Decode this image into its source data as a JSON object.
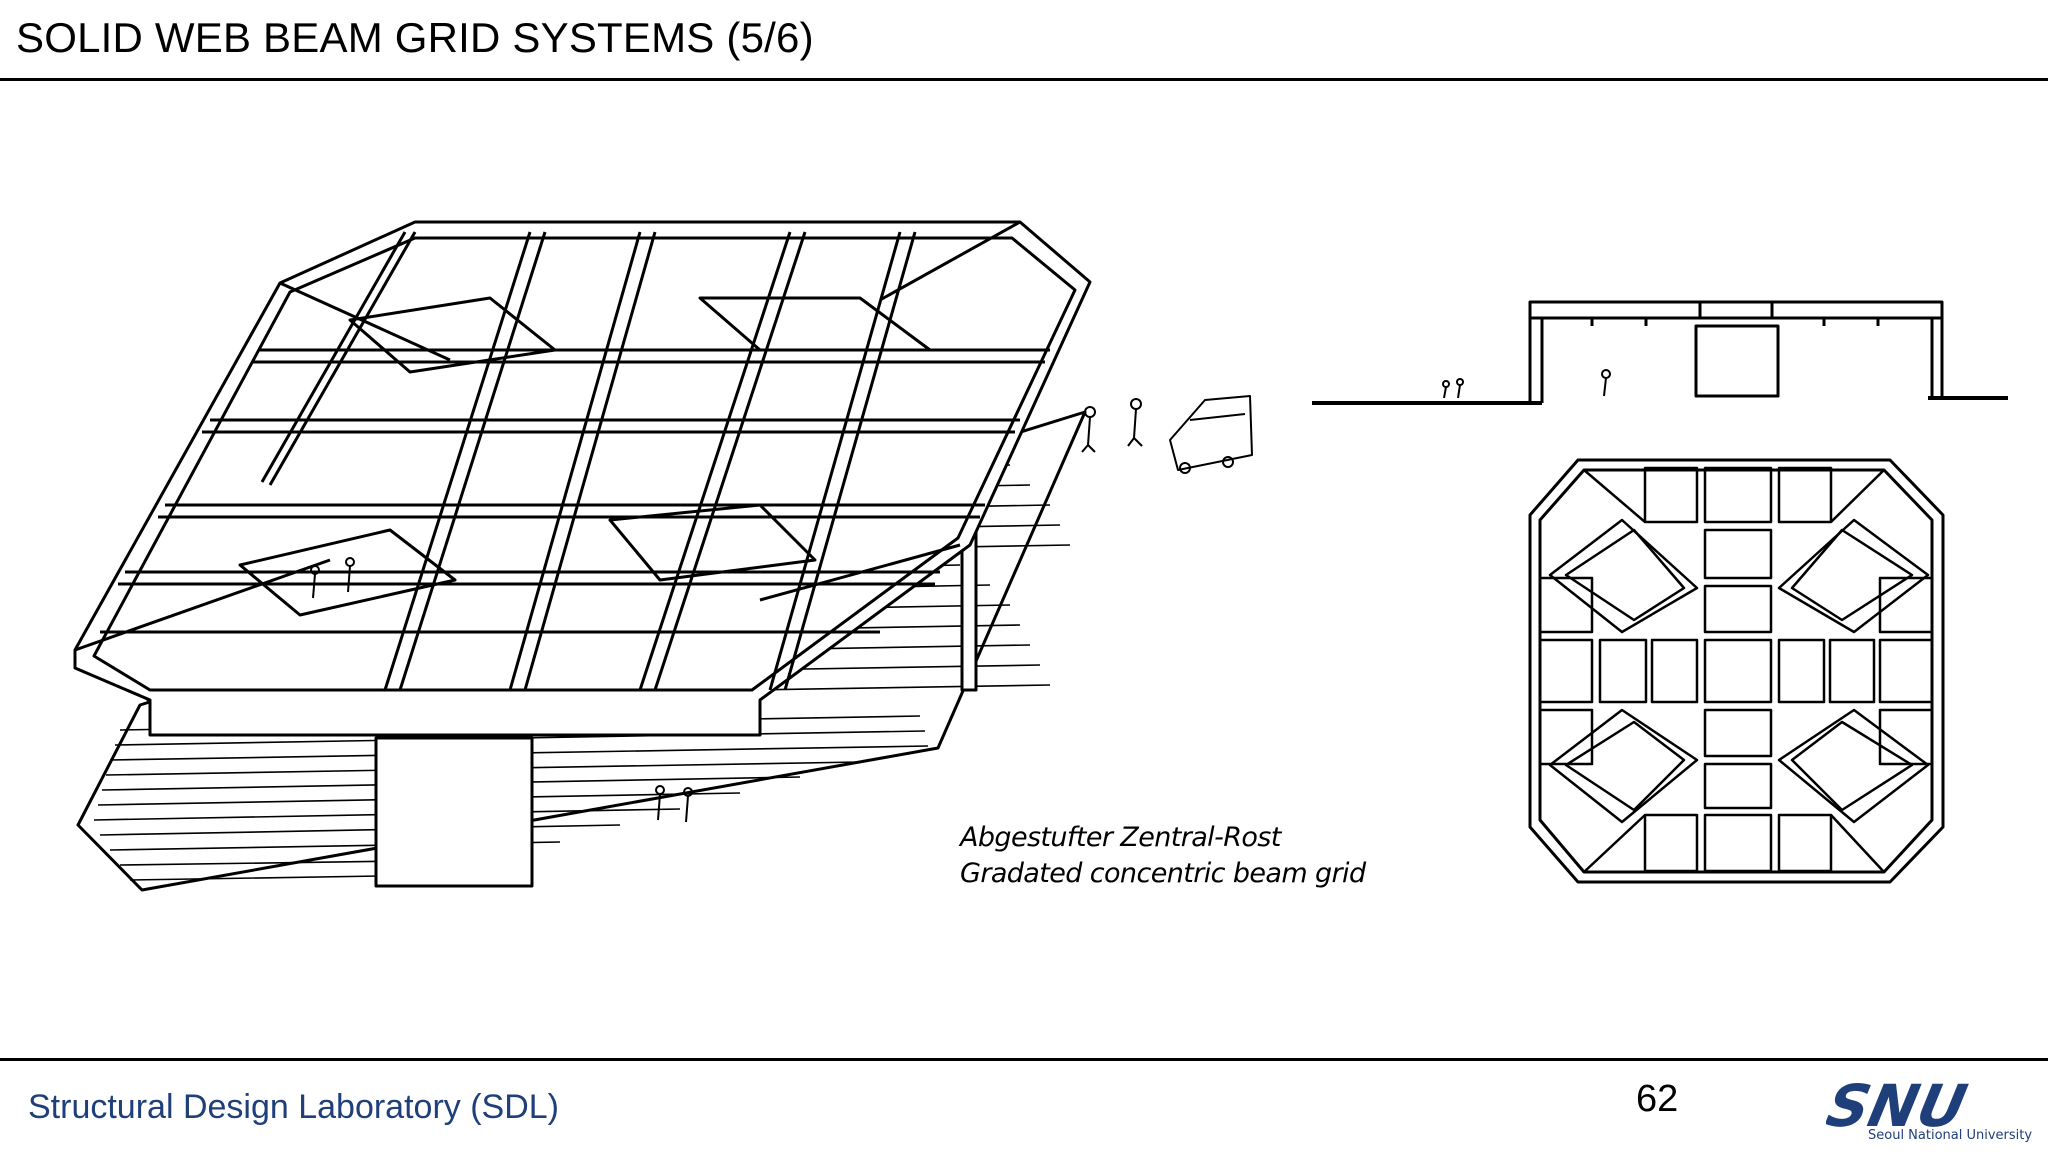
{
  "slide": {
    "title": "SOLID WEB BEAM GRID SYSTEMS (5/6)",
    "page_number": "62"
  },
  "figure": {
    "caption_line1": "Abgestufter Zentral-Rost",
    "caption_line2": "Gradated concentric beam grid"
  },
  "footer": {
    "lab_name": "Structural Design Laboratory (SDL)",
    "university": "Seoul National University",
    "logo_text": "SNU"
  },
  "colors": {
    "footer_text": "#1f3f7a",
    "rules": "#000000"
  }
}
